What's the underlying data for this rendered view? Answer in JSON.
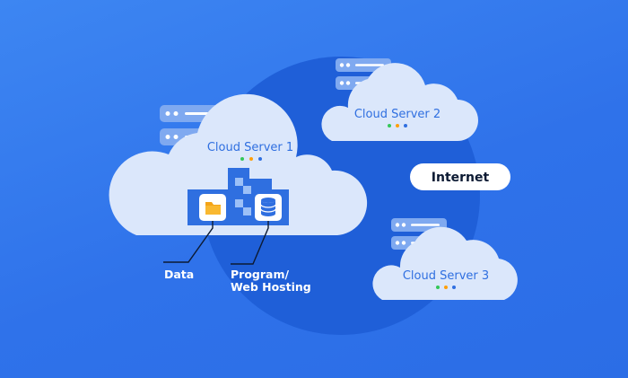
{
  "colors": {
    "background": "#3179ee",
    "globe": "#1f5fd8",
    "cloud_fill": "#dbe7fb",
    "server_fill": "#7fa9f0",
    "accent_blue": "#2f6fe0",
    "pill_fill": "#ffffff",
    "dot_green": "#34c759",
    "dot_orange": "#ff9f0a",
    "dot_blue": "#2f6fe0"
  },
  "clouds": [
    {
      "id": "cloud-server-1",
      "title": "Cloud Server 1"
    },
    {
      "id": "cloud-server-2",
      "title": "Cloud Server 2"
    },
    {
      "id": "cloud-server-3",
      "title": "Cloud Server 3"
    }
  ],
  "internet_label": "Internet",
  "callouts": {
    "data": "Data",
    "program_line1": "Program/",
    "program_line2": "Web Hosting"
  },
  "icons": {
    "folder": "folder-icon",
    "database": "database-icon",
    "server_rack": "server-rack-icon"
  }
}
